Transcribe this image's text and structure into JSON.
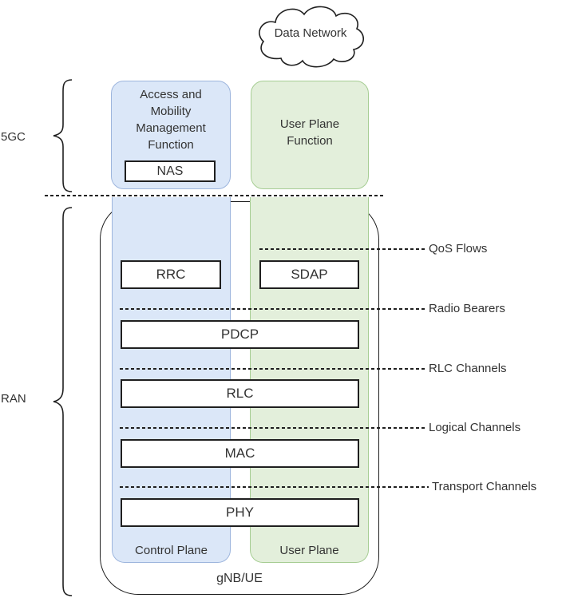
{
  "cloud": {
    "label": "Data Network"
  },
  "regions": {
    "core_label": "5GC",
    "ran_label": "RAN"
  },
  "core": {
    "amf": {
      "title": "Access and Mobility Management Function",
      "nas": "NAS"
    },
    "upf": {
      "title": "User Plane Function"
    }
  },
  "gnb": {
    "label": "gNB/UE",
    "control_plane_label": "Control Plane",
    "user_plane_label": "User Plane",
    "layers": {
      "rrc": "RRC",
      "sdap": "SDAP",
      "pdcp": "PDCP",
      "rlc": "RLC",
      "mac": "MAC",
      "phy": "PHY"
    }
  },
  "channels": {
    "qos_flows": "QoS Flows",
    "radio_bearers": "Radio Bearers",
    "rlc_channels": "RLC Channels",
    "logical_channels": "Logical Channels",
    "transport_channels": "Transport Channels"
  },
  "colors": {
    "control_plane_fill": "#dbe7f8",
    "control_plane_border": "#9db5dd",
    "user_plane_fill": "#e3efdb",
    "user_plane_border": "#a6cd93",
    "outline": "#1f1f1f",
    "text": "#333333"
  }
}
